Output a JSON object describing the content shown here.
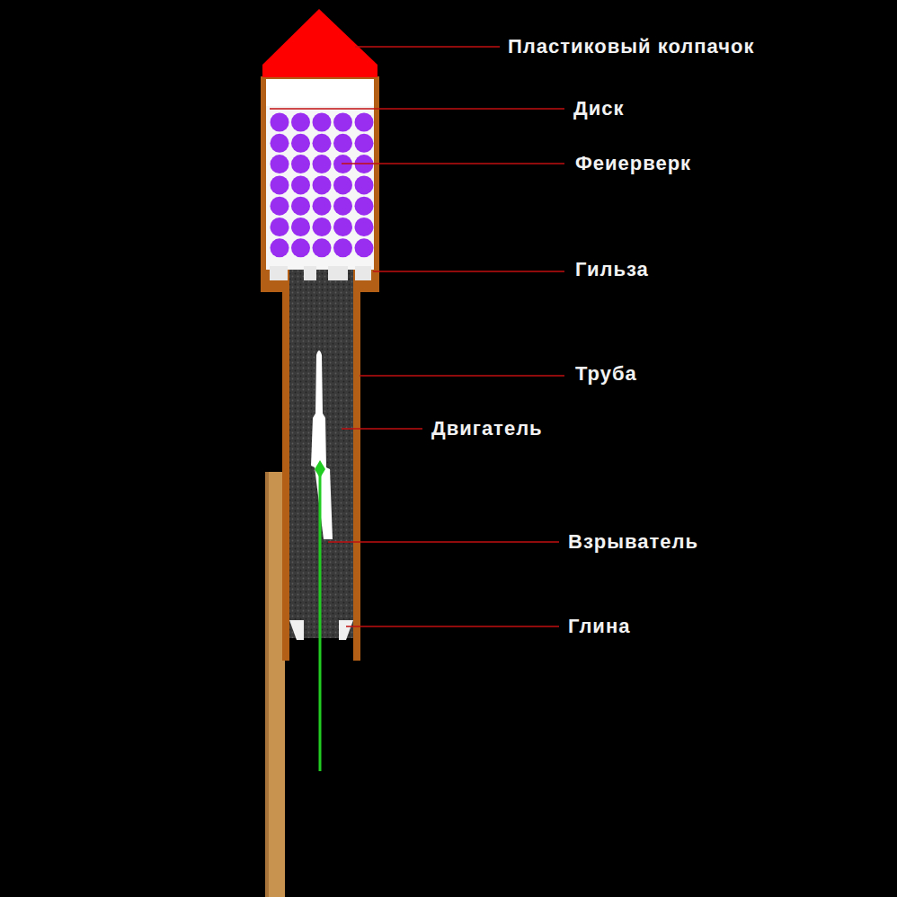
{
  "diagram": {
    "labels": [
      "Пластиковый колпачок",
      "Диск",
      "Феиерверк",
      "Гильза",
      "Труба",
      "Двигатель",
      "Взрыватель",
      "Глина"
    ]
  }
}
